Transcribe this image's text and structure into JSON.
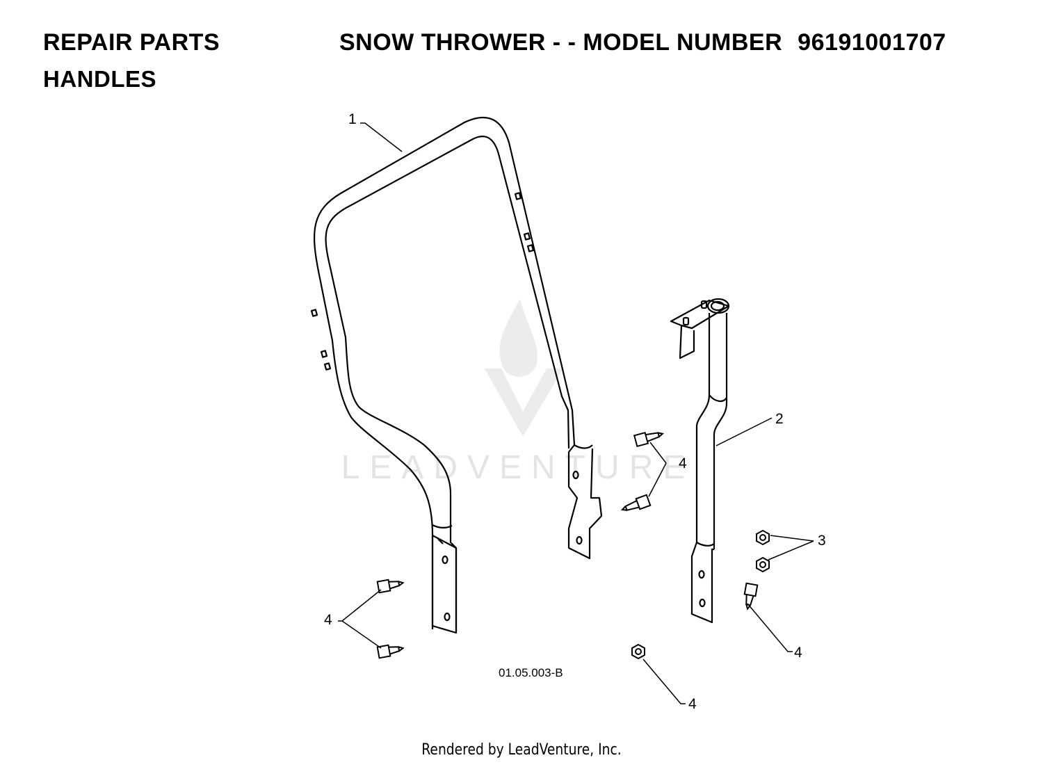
{
  "header": {
    "left_title": "REPAIR PARTS",
    "section": "HANDLES",
    "right_title": "SNOW THROWER - - MODEL NUMBER",
    "model_number": "96191001707"
  },
  "watermark": {
    "text": "LEADVENTURE"
  },
  "diagram": {
    "figure_code": "01.05.003-B",
    "callouts": [
      {
        "id": "c1",
        "label": "1"
      },
      {
        "id": "c2",
        "label": "2"
      },
      {
        "id": "c3",
        "label": "3"
      },
      {
        "id": "c4a",
        "label": "4"
      },
      {
        "id": "c4b",
        "label": "4"
      },
      {
        "id": "c4c",
        "label": "4"
      },
      {
        "id": "c4d",
        "label": "4"
      }
    ]
  },
  "footer": {
    "text": "Rendered by LeadVenture, Inc."
  }
}
